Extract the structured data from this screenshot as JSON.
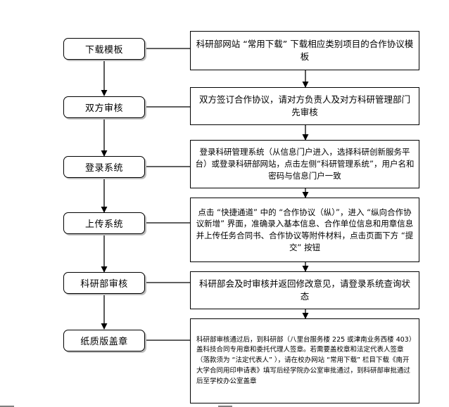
{
  "steps": [
    {
      "label": "下载模板"
    },
    {
      "label": "双方审核"
    },
    {
      "label": "登录系统"
    },
    {
      "label": "上传系统"
    },
    {
      "label": "科研部审核"
    },
    {
      "label": "纸质版盖章"
    }
  ],
  "descriptions": [
    {
      "text": "科研部网站 “常用下载” 下载相应类别项目的合作协议模板"
    },
    {
      "text": "双方签订合作协议，请对方负责人及对方科研管理部门先审核"
    },
    {
      "text": "登录科研管理系统（从信息门户进入，选择科研创新服务平台）或登录科研部网站，点击左侧“科研管理系统”，用户名和密码与信息门户一致"
    },
    {
      "text": "点击 “快捷通道” 中的 “合作协议（纵）”，进入 “纵向合作协议新增” 界面，准确录入基本信息、合作单位信息和用章信息并上传任务合同书、合作协议等附件材料，点击页面下方 “提交” 按钮"
    },
    {
      "text": "科研部会及时审核并返回修改意见，请登录系统查询状态"
    },
    {
      "text": "科研部审核通过后，到科研部（八里台服务楼 225 或津南业务西楼 403）盖科技合同专用章和委托代理人签章。若需要盖校章和法定代表人签章（落款须为 “法定代表人” ），请在校办网站 “常用下载” 栏目下载《南开大学合同用印申请表》填写后经学院办公室审批通过，到科研部审批通过后至学校办公室盖章"
    }
  ]
}
